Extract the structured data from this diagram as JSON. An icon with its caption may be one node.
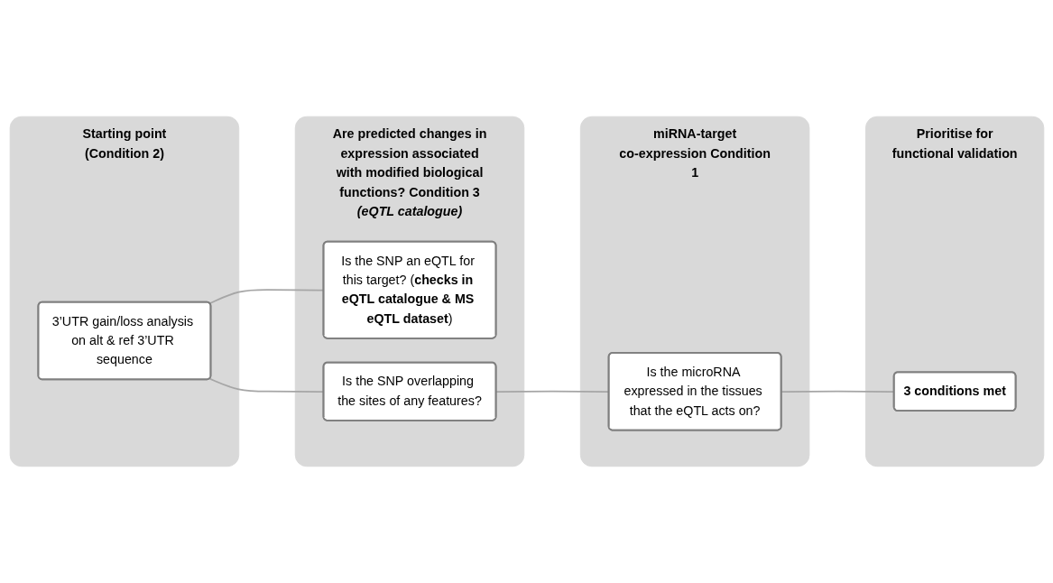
{
  "diagram": {
    "nodes": [
      {
        "text": [
          "Starting point (Condition 2)"
        ]
      },
      {
        "text": [
          "Are predicted changes in expression associated with modified biological functions? Condition 3",
          "(eQTL catalogue)"
        ]
      },
      {
        "text": [
          "miRNA-target co-expression Condition 1"
        ]
      },
      {
        "text": [
          "Prioritise for functional validation"
        ]
      },
      {
        "text": [
          "3’UTR gain/loss analysis on alt & ref 3’UTR sequence"
        ],
        "in": 0
      },
      {
        "text": [
          "Is the SNP an eQTL for this target? (**checks in eQTL catalogue & MS eQTL dataset**)"
        ],
        "in": 1
      },
      {
        "text": [
          "Is the SNP overlapping the sites of any features?"
        ],
        "in": 1
      },
      {
        "text": [
          "Is the microRNA expressed in the tissues that the eQTL acts on?"
        ],
        "in": 2
      },
      {
        "text": [
          "3 conditions met"
        ],
        "in": 3
      }
    ],
    "edges": [
      {
        "from": 4,
        "to": 5,
        "arrow": "none"
      },
      {
        "from": 4,
        "to": 6,
        "arrow": "none"
      },
      {
        "from": 6,
        "to": 7,
        "arrow": "none"
      },
      {
        "from": 7,
        "to": 8,
        "arrow": "none"
      }
    ]
  }
}
